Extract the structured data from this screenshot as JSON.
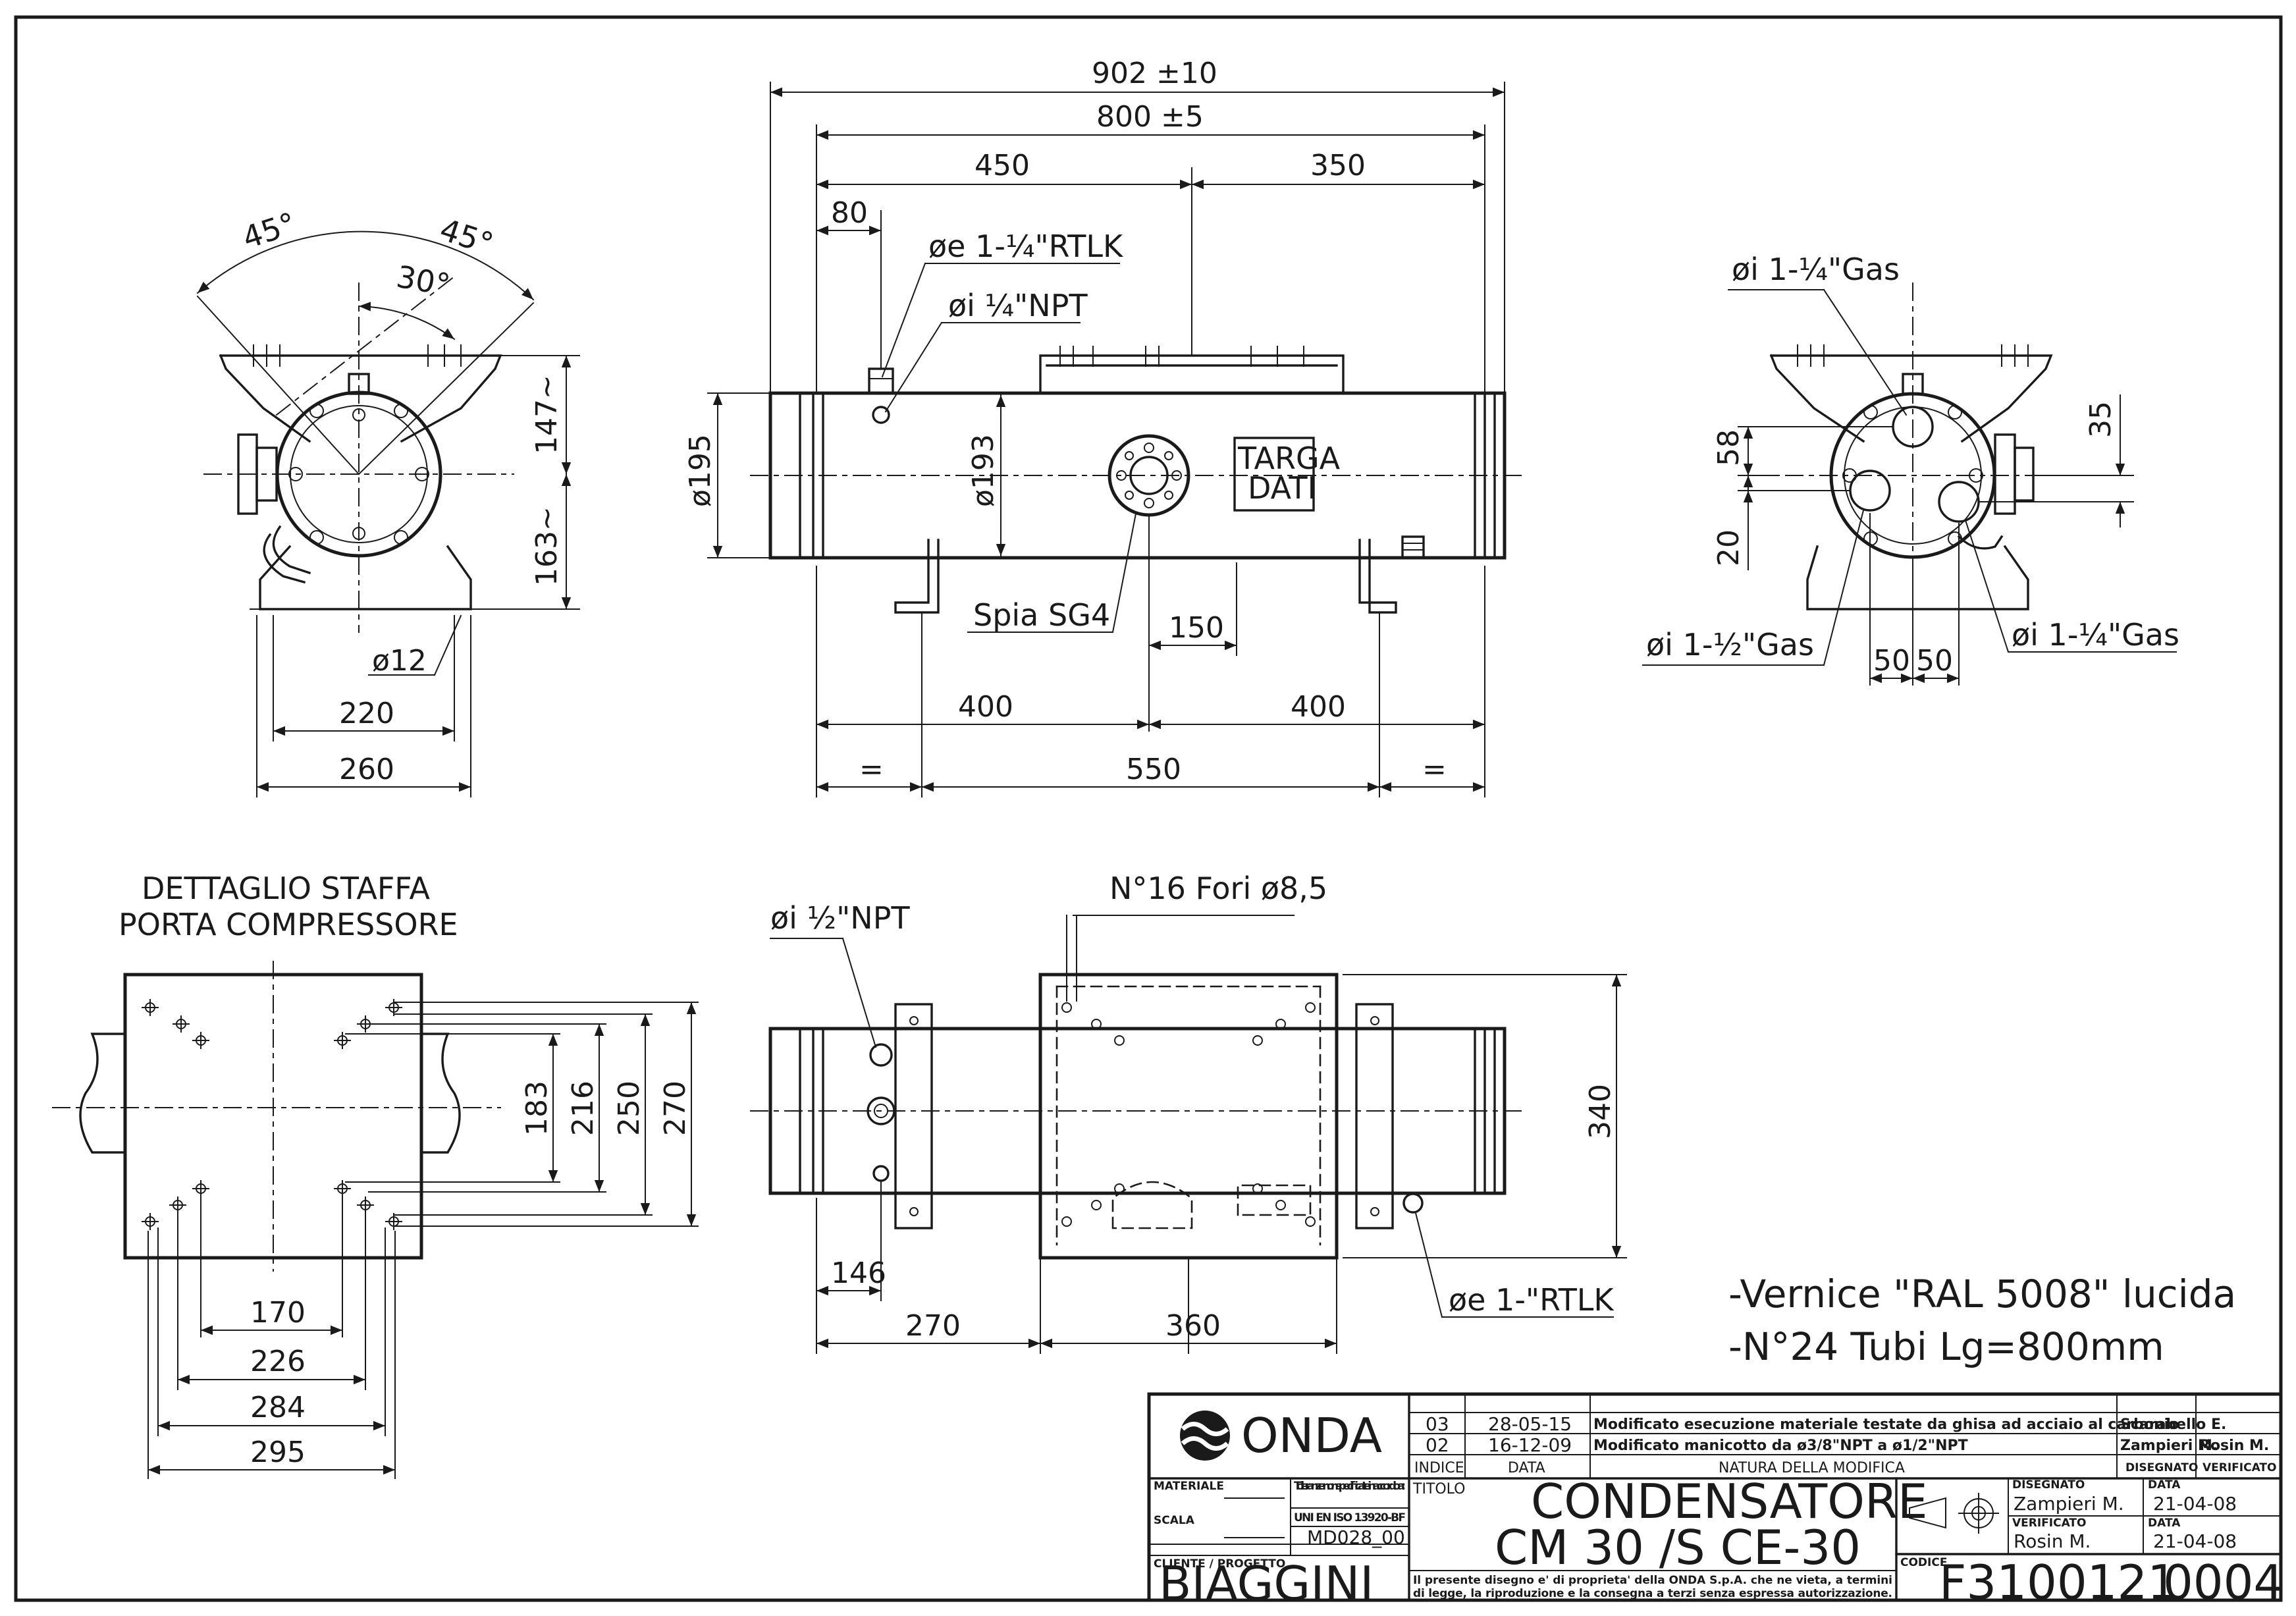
{
  "dimensions": {
    "overall_length": "902 ±10",
    "shell_length": "800 ±5",
    "left_part": "450",
    "right_part": "350",
    "offset_80": "80",
    "dia_195": "ø195",
    "dia_193": "ø193",
    "spacing_150": "150",
    "half_left": "400",
    "half_right": "400",
    "eq_left": "=",
    "center_550": "550",
    "eq_right": "=",
    "deg_45_left": "45°",
    "deg_45_right": "45°",
    "deg_30": "30°",
    "h_147": "147~",
    "h_163": "163~",
    "hole_12": "ø12",
    "w_220": "220",
    "w_260": "260",
    "r_58": "58",
    "r_35": "35",
    "r_20": "20",
    "r_50a": "50",
    "r_50b": "50",
    "s_183": "183",
    "s_216": "216",
    "s_250": "250",
    "s_270": "270",
    "s_170": "170",
    "s_226": "226",
    "s_284": "284",
    "s_295": "295",
    "t_340": "340",
    "t_146": "146",
    "t_270": "270",
    "t_360": "360"
  },
  "labels": {
    "conn_rtlk_in": "øe 1-¼\"RTLK",
    "conn_npt_quarter": "øi ¼\"NPT",
    "targa": "TARGA",
    "dati": "DATI",
    "spia": "Spia SG4",
    "gas_in_top": "øi 1-¼\"Gas",
    "gas_left": "øi 1-½\"Gas",
    "gas_right": "øi 1-¼\"Gas",
    "detail_title_1": "DETTAGLIO STAFFA",
    "detail_title_2": "PORTA COMPRESSORE",
    "npt_half": "øi ½\"NPT",
    "holes": "N°16 Fori ø8,5",
    "rtlk_out": "øe 1-\"RTLK"
  },
  "notes": [
    "-Vernice \"RAL 5008\" lucida",
    "-N°24 Tubi Lg=800mm"
  ],
  "title_block": {
    "company": "ONDA",
    "revisions": [
      {
        "index": "03",
        "date": "28-05-15",
        "change": "Modificato esecuzione materiale testate da ghisa ad acciaio al carbonio",
        "drawn": "Scarabello E.",
        "checked": ""
      },
      {
        "index": "02",
        "date": "16-12-09",
        "change": "Modificato manicotto da ø3/8\"NPT a ø1/2\"NPT",
        "drawn": "Zampieri M.",
        "checked": "Rosin M."
      }
    ],
    "rev_headers": {
      "index": "INDICE",
      "date": "DATA",
      "change": "NATURA DELLA MODIFICA",
      "drawn": "DISEGNATO",
      "checked": "VERIFICATO"
    },
    "materiale_label": "MATERIALE",
    "tolerance_note": "Tolleranze non specificate in accordo a:",
    "tolerance_std": "UNI EN ISO 13920-BF",
    "scala_label": "SCALA",
    "scala_code": "MD028_00",
    "cliente_label": "CLIENTE / PROGETTO",
    "cliente": "BIAGGINI",
    "titolo_label": "TITOLO",
    "title_line1": "CONDENSATORE",
    "title_line2": "CM 30 /S CE-30",
    "disegnato_label": "DISEGNATO",
    "disegnato": "Zampieri M.",
    "verificato_label": "VERIFICATO",
    "verificato": "Rosin M.",
    "data_label_1": "DATA",
    "data_1": "21-04-08",
    "data_label_2": "DATA",
    "data_2": "21-04-08",
    "legal": "Il presente disegno e' di proprieta' della ONDA S.p.A. che ne vieta, a termini di legge, la riproduzione e la consegna a terzi senza espressa autorizzazione.",
    "legal_1": "Il presente disegno e' di proprieta' della ONDA S.p.A. che ne vieta, a termini",
    "legal_2": "di legge, la riproduzione e la consegna a terzi senza espressa autorizzazione.",
    "codice_label": "CODICE",
    "codice": "F3100121",
    "codice_rev": "0004"
  }
}
